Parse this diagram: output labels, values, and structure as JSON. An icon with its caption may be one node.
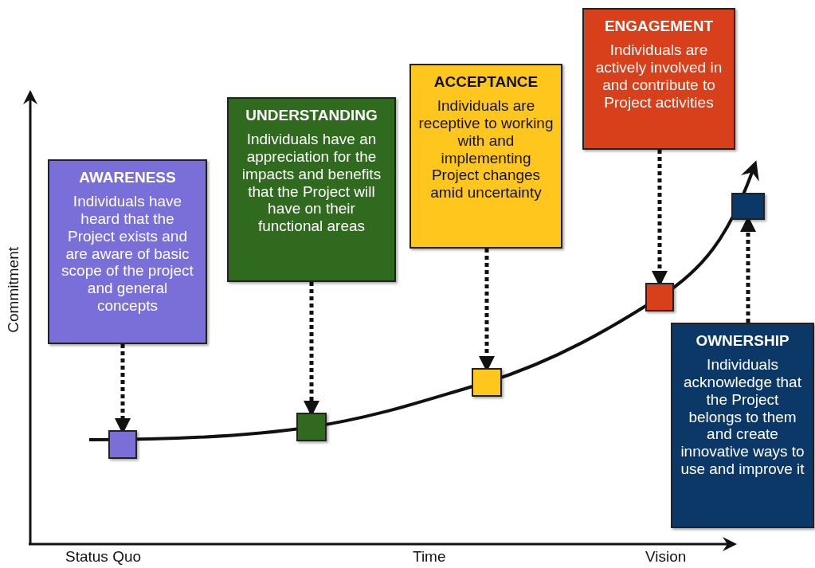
{
  "diagram": {
    "nodes": [
      {
        "text": [
          "AWARENESS",
          "Individuals have heard that the Project exists and are aware of basic scope of the project and general concepts"
        ]
      },
      {
        "text": [
          "UNDERSTANDING",
          "Individuals have an appreciation for the impacts and benefits that the Project will have on their functional areas"
        ]
      },
      {
        "text": [
          "ACCEPTANCE",
          "Individuals are receptive to working with and implementing Project changes amid uncertainty"
        ]
      },
      {
        "text": [
          "ENGAGEMENT",
          "Individuals are actively involved in and contribute to Project activities"
        ]
      },
      {
        "text": [
          "OWNERSHIP",
          "Individuals acknowledge that the Project belongs to them and create innovative ways to use and improve it"
        ]
      },
      {
        "text": [],
        "shape": "box"
      },
      {
        "text": [],
        "shape": "box"
      },
      {
        "text": [],
        "shape": "box"
      },
      {
        "text": [],
        "shape": "box"
      },
      {
        "text": [],
        "shape": "box"
      }
    ],
    "edges": [
      {
        "from": 0,
        "to": 5,
        "arrow": "to",
        "style": "dashed"
      },
      {
        "from": 1,
        "to": 6,
        "arrow": "to",
        "style": "dashed"
      },
      {
        "from": 2,
        "to": 7,
        "arrow": "to",
        "style": "dashed"
      },
      {
        "from": 3,
        "to": 8,
        "arrow": "to",
        "style": "dashed"
      },
      {
        "from": 4,
        "to": 9,
        "arrow": "to",
        "style": "dashed"
      }
    ],
    "labels": [
      "Commitment",
      "Status Quo",
      "Time",
      "Vision"
    ]
  }
}
